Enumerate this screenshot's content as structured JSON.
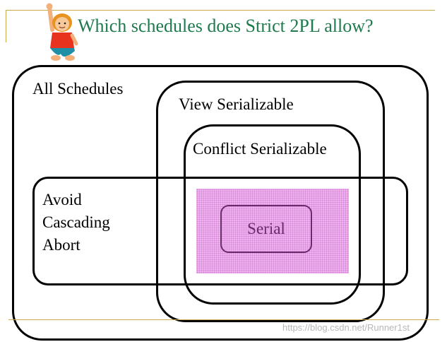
{
  "slide": {
    "title": "Which schedules does Strict 2PL allow?",
    "watermark": "https://blog.csdn.net/Runner1st"
  },
  "diagram": {
    "all_schedules": "All Schedules",
    "view_serializable": "View Serializable",
    "conflict_serializable": "Conflict Serializable",
    "avoid_cascading_abort": [
      "Avoid",
      "Cascading",
      "Abort"
    ],
    "serial": "Serial"
  },
  "colors": {
    "title": "#1f7a4d",
    "rule": "#c8a84a",
    "strict_2pl_fill": "#efb4ef",
    "serial": "#6b2a6b"
  },
  "icons": {
    "mascot": "hand-raised-girl-icon"
  }
}
